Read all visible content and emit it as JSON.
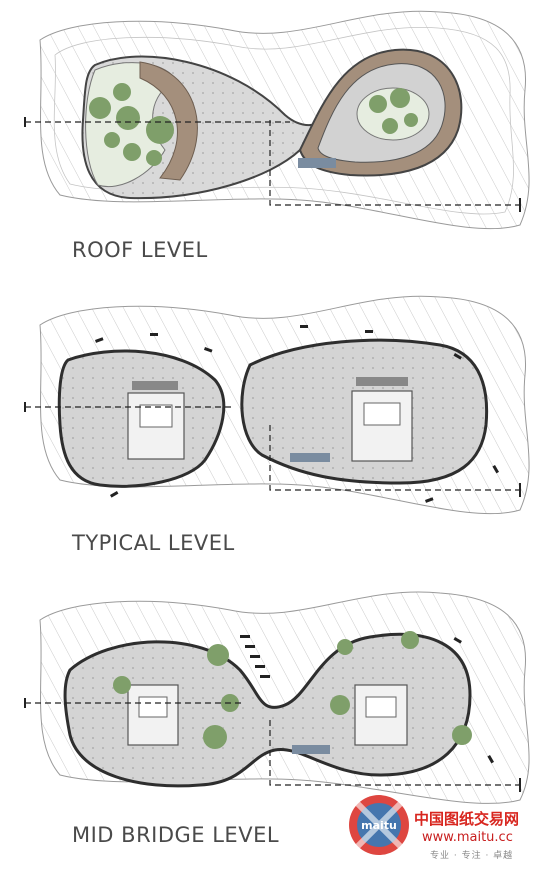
{
  "levels": [
    {
      "label": "ROOF LEVEL"
    },
    {
      "label": "TYPICAL LEVEL"
    },
    {
      "label": "MID BRIDGE LEVEL"
    }
  ],
  "watermark": {
    "logo": "maitu",
    "cn": "中国图纸交易网",
    "url": "www.maitu.cc",
    "tagline": "专业 · 专注 · 卓越"
  },
  "colors": {
    "floor_fill": "#cfcfcf",
    "outline": "#333333",
    "grid_line": "#b9b9b9",
    "tree": "#7f9f6a",
    "roof_accent": "#a48f7c",
    "watermark_red": "#d8261f"
  }
}
